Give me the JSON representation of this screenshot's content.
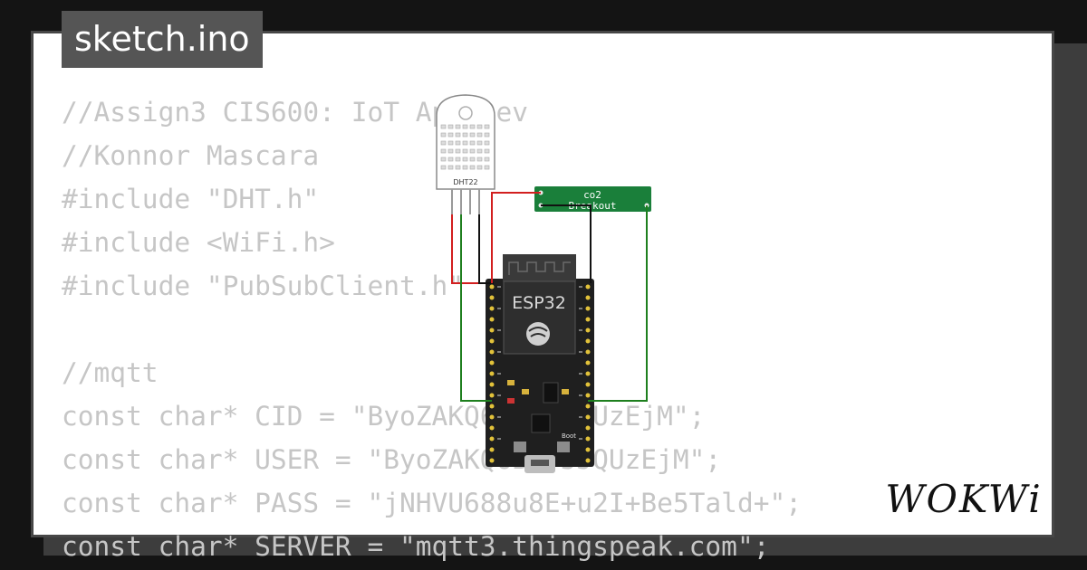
{
  "file": {
    "tab_label": "sketch.ino"
  },
  "code": {
    "lines": [
      "//Assign3 CIS600: IoT App Dev",
      "//Konnor Mascara",
      "#include \"DHT.h\"",
      "#include <WiFi.h>",
      "#include \"PubSubClient.h\"",
      "",
      "//mqtt",
      "const char* CID = \"ByoZAKQ6BRY5JQUzEjM\";",
      "const char* USER = \"ByoZAKQ6BRY5JQUzEjM\";",
      "const char* PASS = \"jNHVU688u8E+u2I+Be5Tald+\";",
      "const char* SERVER = \"mqtt3.thingspeak.com\";"
    ]
  },
  "diagram": {
    "sensor_label": "DHT22",
    "breakout_line1": "co2",
    "breakout_line2": "Breakout",
    "board_label": "ESP32",
    "boot_label": "Boot",
    "wire_colors": {
      "red": "#d21f1f",
      "black": "#111111",
      "green": "#1e7f1e"
    },
    "breakout_color": "#1a7f3a"
  },
  "brand": {
    "logo_text": "WOKWi"
  }
}
